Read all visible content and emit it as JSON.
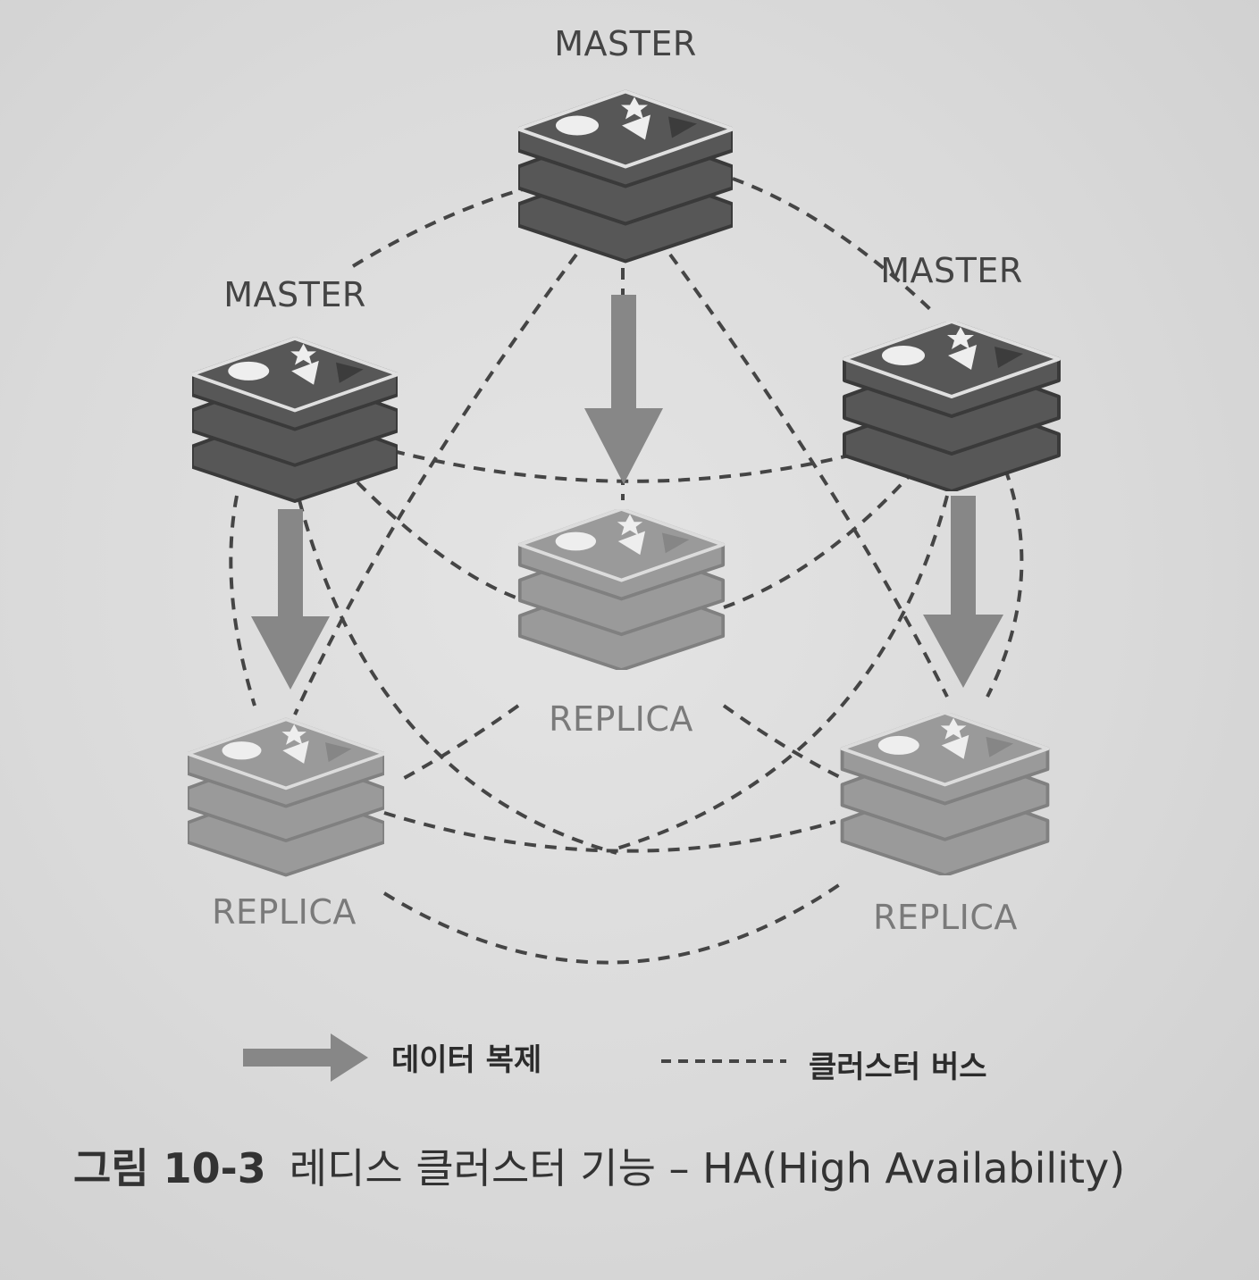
{
  "nodes": [
    {
      "id": "master-top",
      "role": "master",
      "label": "MASTER"
    },
    {
      "id": "master-left",
      "role": "master",
      "label": "MASTER"
    },
    {
      "id": "master-right",
      "role": "master",
      "label": "MASTER"
    },
    {
      "id": "replica-center",
      "role": "replica",
      "label": "REPLICA"
    },
    {
      "id": "replica-left",
      "role": "replica",
      "label": "REPLICA"
    },
    {
      "id": "replica-right",
      "role": "replica",
      "label": "REPLICA"
    }
  ],
  "legend": {
    "replication_label": "데이터 복제",
    "cluster_bus_label": "클러스터 버스"
  },
  "caption": {
    "number": "그림 10-3",
    "text": "레디스 클러스터 기능 – HA(High Availability)"
  },
  "colors": {
    "master_fill": "#575757",
    "master_stroke": "#3a3a3a",
    "replica_fill": "#9a9a9a",
    "replica_stroke": "#808080",
    "arrow": "#878787",
    "dash": "#454545"
  }
}
